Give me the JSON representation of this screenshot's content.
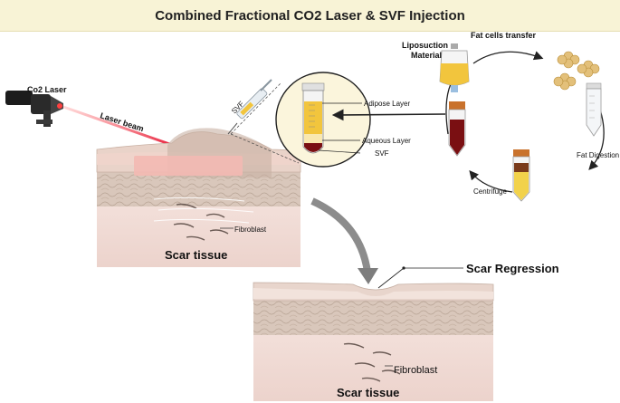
{
  "title": "Combined Fractional CO2 Laser & SVF Injection",
  "labels": {
    "co2_laser": "Co2 Laser",
    "laser_beam": "Laser beam",
    "svf_syringe": "SVF",
    "adipose_layer": "Adipose Layer",
    "aqueous_layer": "Aqueous Layer",
    "svf": "SVF",
    "liposuction_line1": "Liposuction",
    "liposuction_line2": "Material",
    "fat_cells_transfer": "Fat cells transfer",
    "fat_digestion": "Fat Digestion",
    "centrifuge": "Centrifuge",
    "fibroblast_top": "Fibroblast",
    "scar_tissue_top": "Scar tissue",
    "scar_regression": "Scar Regression",
    "fibroblast_bottom": "Fibroblast",
    "scar_tissue_bottom": "Scar tissue"
  },
  "colors": {
    "banner": "#f8f3d6",
    "skin_dermis": "#f1dcd6",
    "skin_epidermis": "#d6c4ba",
    "scar": "#f3b9b2",
    "laser_beam": "#e8243f",
    "adipose": "#f2c53d",
    "blood": "#7a0f12",
    "arrow_gray": "#8c8c8c"
  }
}
